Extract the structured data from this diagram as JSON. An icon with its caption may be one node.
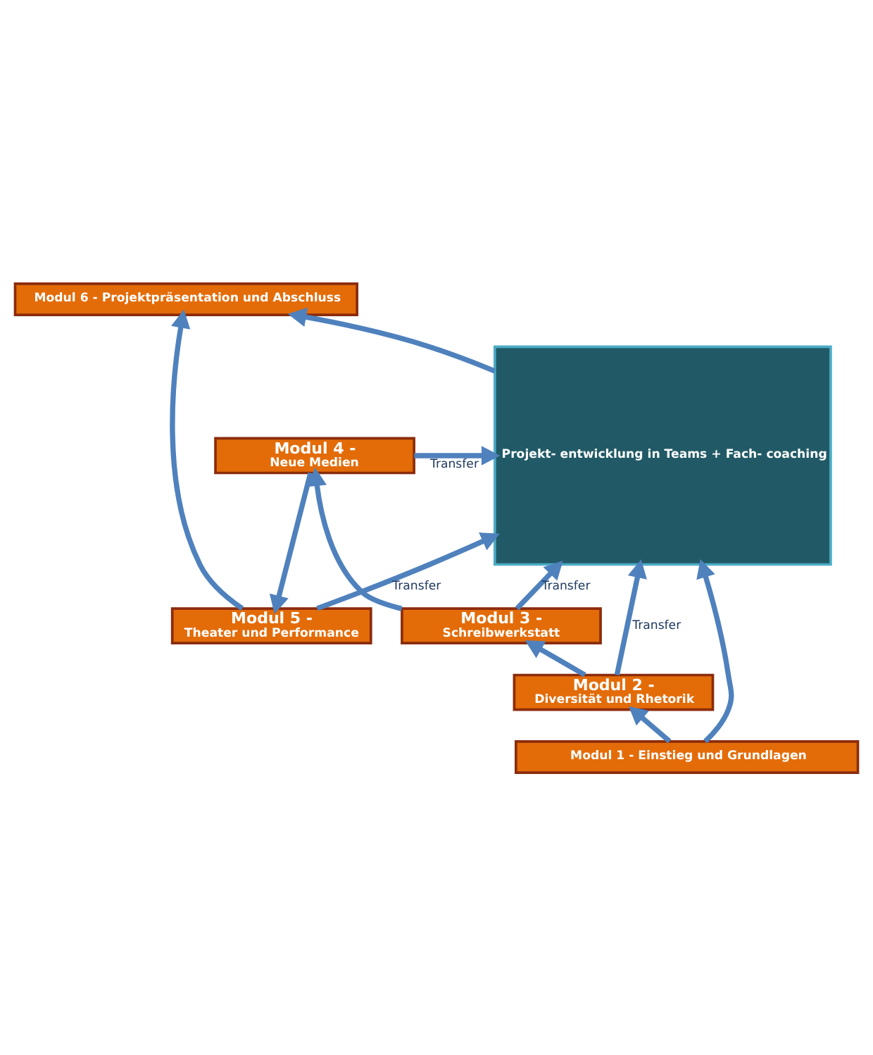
{
  "diagram": {
    "nodes": [
      {
        "text": [
          "Modul 6 - Projektpräsentation und Abschluss"
        ]
      },
      {
        "text": [
          "Modul 5 -",
          "Theater und Performance"
        ]
      },
      {
        "text": [
          "Projekt- entwicklung in Teams + Fach- coaching"
        ]
      },
      {
        "text": [
          "Modul 4 -",
          "Neue Medien"
        ]
      },
      {
        "text": [
          "Modul 3 -",
          "Schreibwerkstatt"
        ]
      },
      {
        "text": [
          "Modul 2 -",
          "Diversität und Rhetorik"
        ]
      },
      {
        "text": [
          "Modul 1 - Einstieg und Grundlagen"
        ]
      }
    ],
    "edges": [
      {
        "from": 6,
        "to": 5,
        "arrow": "to"
      },
      {
        "from": 5,
        "to": 4,
        "arrow": "to"
      },
      {
        "from": 4,
        "to": 3,
        "arrow": "to"
      },
      {
        "from": 3,
        "to": 1,
        "arrow": "to"
      },
      {
        "from": 1,
        "to": 0,
        "arrow": "to"
      },
      {
        "from": 1,
        "to": 2,
        "arrow": "to",
        "label": "Transfer"
      },
      {
        "from": 3,
        "to": 2,
        "arrow": "to",
        "label": "Transfer"
      },
      {
        "from": 4,
        "to": 2,
        "arrow": "to",
        "label": "Transfer"
      },
      {
        "from": 5,
        "to": 2,
        "arrow": "to",
        "label": "Transfer"
      },
      {
        "from": 6,
        "to": 2,
        "arrow": "to"
      },
      {
        "from": 2,
        "to": 0,
        "arrow": "to"
      }
    ]
  }
}
